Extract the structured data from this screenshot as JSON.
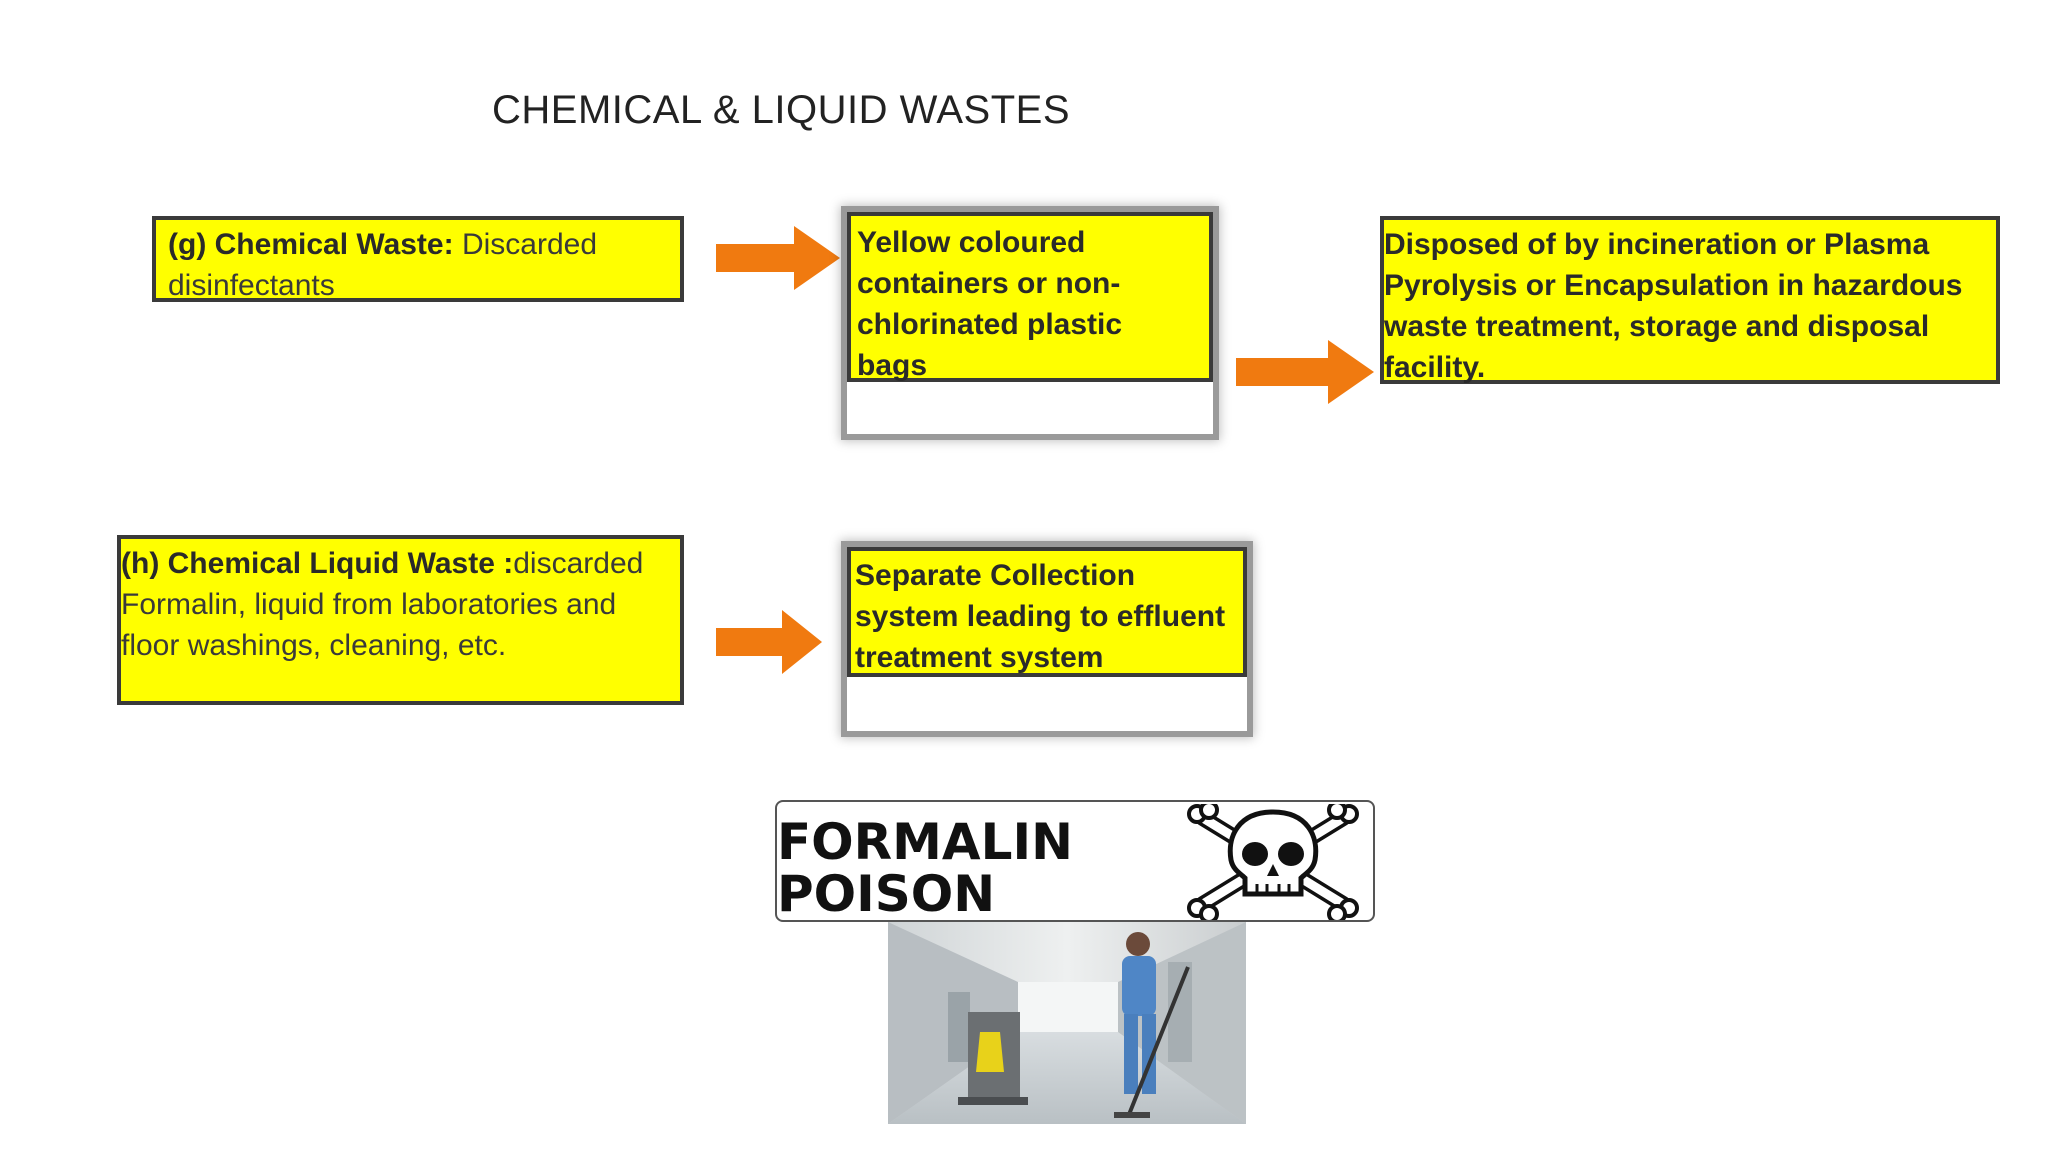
{
  "slide": {
    "title": "CHEMICAL & LIQUID WASTES"
  },
  "row_g": {
    "source_label": "(g) Chemical Waste:",
    "source_text": " Discarded disinfectants",
    "container_text": "Yellow coloured containers or  non-chlorinated  plastic bags",
    "disposal_text": "Disposed of by incineration or  Plasma Pyrolysis or Encapsulation in hazardous waste treatment,  storage and  disposal facility."
  },
  "row_h": {
    "source_label": "(h) Chemical Liquid  Waste :",
    "source_text": "discarded Formalin, liquid  from laboratories and floor  washings, cleaning, etc.",
    "container_text": "Separate  Collection system  leading to effluent treatment system"
  },
  "sign": {
    "text": "FORMALIN\nPOISON",
    "icon": "skull-crossbones-icon"
  },
  "colors": {
    "box_fill": "#ffff00",
    "arrow": "#f07a10"
  }
}
